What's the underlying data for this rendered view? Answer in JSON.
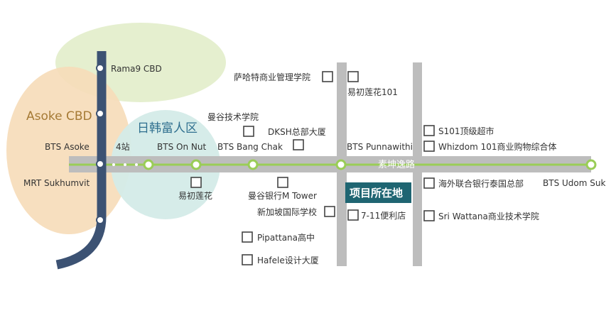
{
  "zones": [
    {
      "name": "asoke-cbd-zone",
      "label": "Asoke CBD",
      "color": "#f6dcb8",
      "text_color": "#a57a35"
    },
    {
      "name": "rama9-zone",
      "label": "",
      "color": "#e5efcf",
      "text_color": "#6a7a3a"
    },
    {
      "name": "japan-korea-zone",
      "label": "日韩富人区",
      "color": "#d4ebe8",
      "text_color": "#2f6f8f"
    }
  ],
  "metro_line": {
    "color": "#3c5273",
    "stations": [
      "Rama9 CBD",
      "MRT Sukhumvit"
    ]
  },
  "main_road": {
    "label": "素坤逸路",
    "color": "#bdbdbd",
    "rail_color": "#9acd57"
  },
  "bts_stations": [
    "BTS Asoke",
    "BTS On Nut",
    "BTS Bang Chak",
    "BTS Punnawithi",
    "BTS Udom Suk"
  ],
  "station_gap_label": "4站",
  "project": {
    "label": "项目所在地",
    "color": "#1f6572"
  },
  "pois": [
    {
      "name": "poi-sasin",
      "label": "萨哈特商业管理学院"
    },
    {
      "name": "poi-easy-lotus-101",
      "label": "易初莲花101"
    },
    {
      "name": "poi-bangkok-tech",
      "label": "曼谷技术学院"
    },
    {
      "name": "poi-dksh",
      "label": "DKSH总部大厦"
    },
    {
      "name": "poi-easy-lotus",
      "label": "易初莲花"
    },
    {
      "name": "poi-bangkok-bank",
      "label": "曼谷银行M Tower"
    },
    {
      "name": "poi-singapore-school",
      "label": "新加坡国际学校"
    },
    {
      "name": "poi-pipattana",
      "label": "Pipattana高中"
    },
    {
      "name": "poi-hafele",
      "label": "Hafele设计大厦"
    },
    {
      "name": "poi-seven-eleven",
      "label": "7-11便利店"
    },
    {
      "name": "poi-s101",
      "label": "S101顶级超市"
    },
    {
      "name": "poi-whizdom",
      "label": "Whizdom 101商业购物综合体"
    },
    {
      "name": "poi-uob",
      "label": "海外联合银行泰国总部"
    },
    {
      "name": "poi-sri-wattana",
      "label": "Sri Wattana商业技术学院"
    }
  ]
}
